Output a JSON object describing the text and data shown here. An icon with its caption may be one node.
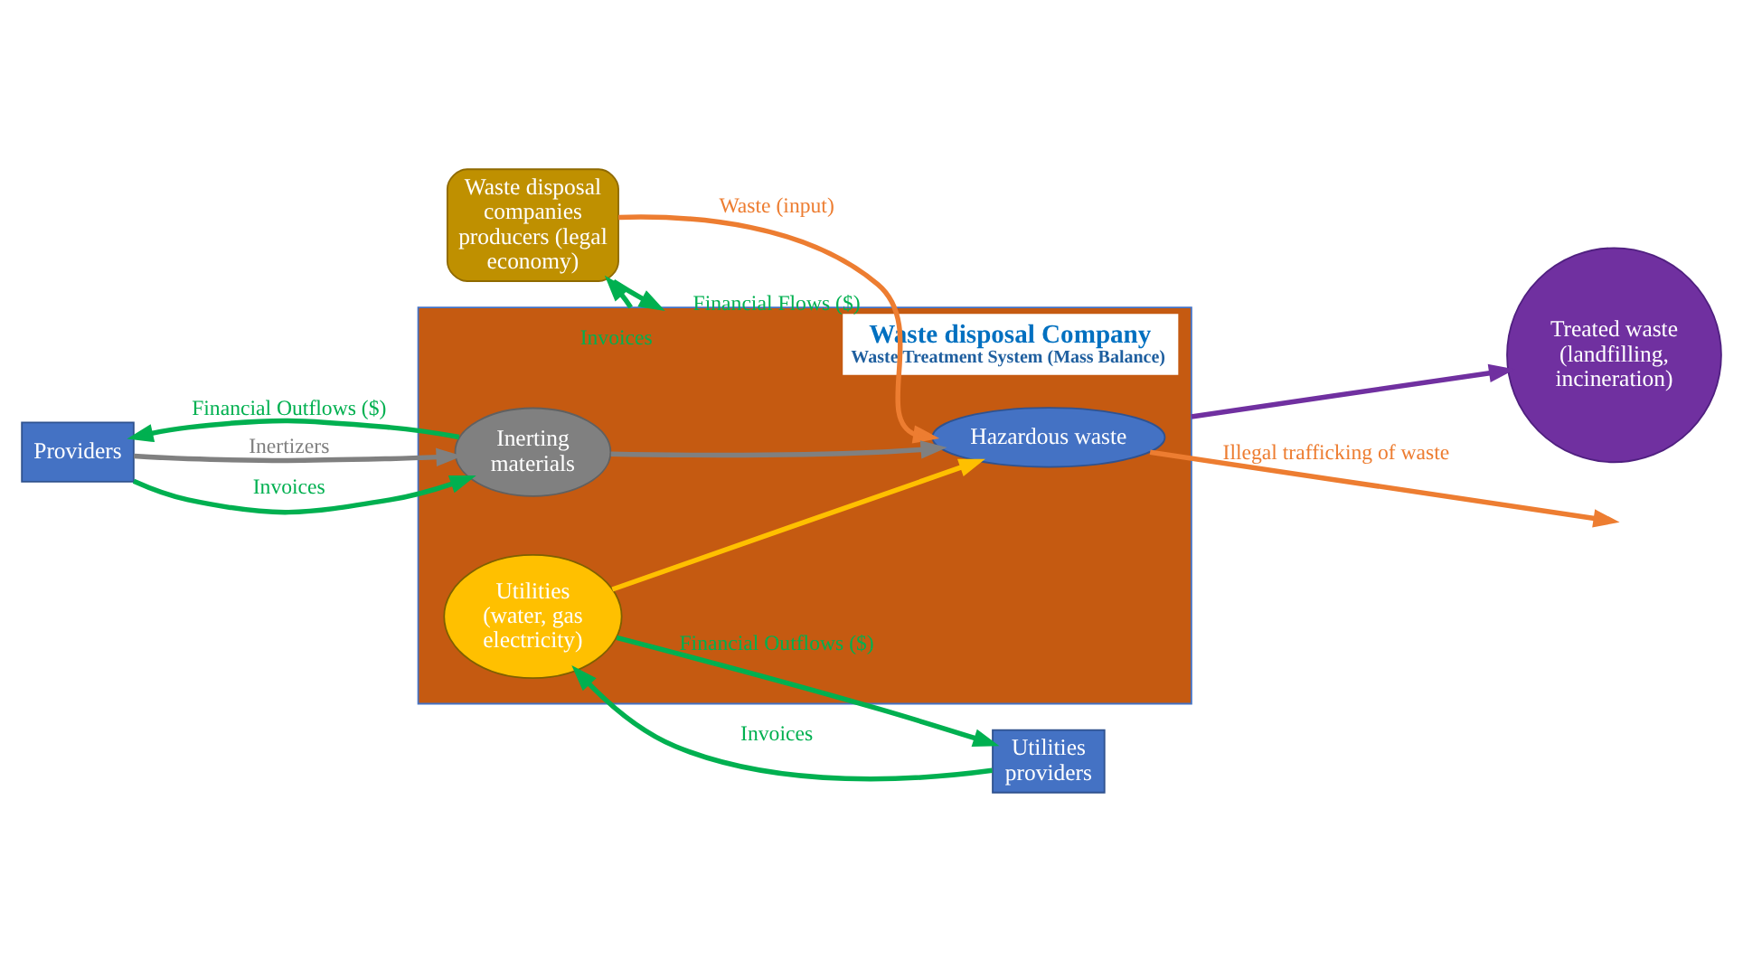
{
  "diagram": {
    "nodes": [
      {
        "text": [
          "Waste disposal companies producers (legal economy)"
        ]
      },
      {
        "text": [
          "Waste disposal Company",
          "Waste Treatment System (Mass Balance)"
        ]
      },
      {
        "text": [
          "Hazardous waste"
        ],
        "in": 1
      },
      {
        "text": [
          "Utilities (water, gas electricity)"
        ],
        "in": 1
      },
      {
        "text": [
          "Inerting materials"
        ],
        "in": 1
      },
      {
        "text": [
          "Treated waste (landfilling, incineration)"
        ]
      },
      {
        "text": [
          "Utilities providers"
        ]
      },
      {
        "text": [
          "Providers"
        ]
      }
    ],
    "edges": [
      {
        "from": 0,
        "to": 2,
        "arrow": "to",
        "label": "Waste (input)",
        "color": "#ed7d31"
      },
      {
        "from": 0,
        "to": 1,
        "arrow": "to",
        "label": "Financial Flows ($)"
      },
      {
        "from": 1,
        "to": 0,
        "arrow": "to",
        "label": "Invoices"
      },
      {
        "from": 2,
        "to": null,
        "arrow": "to",
        "label": "Illegal trafficking of waste",
        "color": "#ed7d31"
      },
      {
        "from": 1,
        "to": 5,
        "arrow": "to",
        "color": "#7030a0"
      },
      {
        "from": 3,
        "to": 2,
        "arrow": "to",
        "color": "#ffc000"
      },
      {
        "from": 4,
        "to": 2,
        "arrow": "to",
        "color": "#808080"
      },
      {
        "from": 3,
        "to": 6,
        "arrow": "to",
        "label": "Financial Outflows ($)"
      },
      {
        "from": 6,
        "to": 3,
        "arrow": "to",
        "label": "Invoices"
      },
      {
        "from": 7,
        "to": 4,
        "arrow": "to",
        "label": "Inertizers",
        "color": "#808080"
      },
      {
        "from": 7,
        "to": 4,
        "arrow": "to",
        "label": "Invoices"
      },
      {
        "from": 4,
        "to": 7,
        "arrow": "to",
        "label": "Financial Outflows ($)"
      }
    ]
  }
}
